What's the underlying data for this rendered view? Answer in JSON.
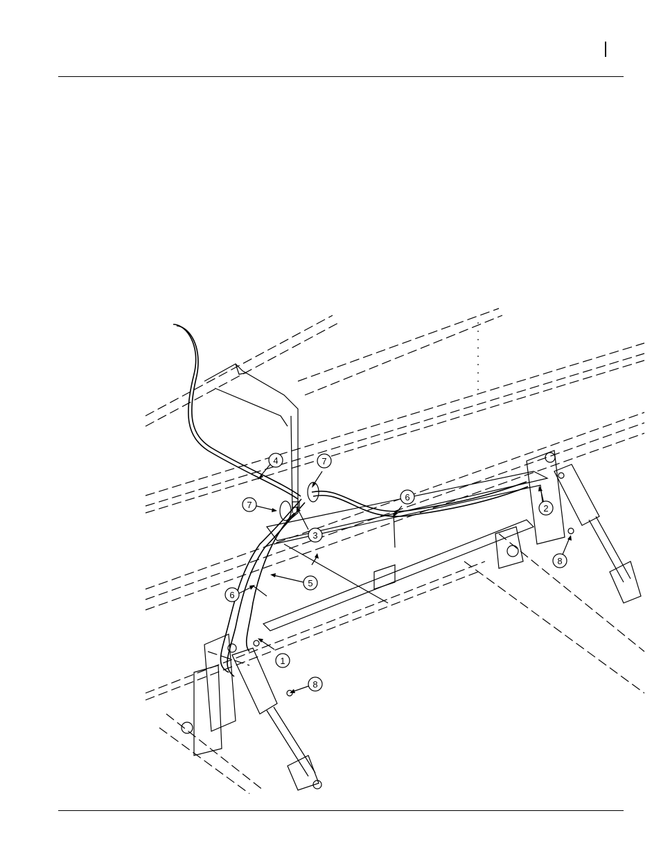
{
  "figure": {
    "callouts": [
      {
        "id": "c1",
        "label": "1"
      },
      {
        "id": "c2",
        "label": "2"
      },
      {
        "id": "c3",
        "label": "3"
      },
      {
        "id": "c4",
        "label": "4"
      },
      {
        "id": "c5",
        "label": "5"
      },
      {
        "id": "c6a",
        "label": "6"
      },
      {
        "id": "c6b",
        "label": "6"
      },
      {
        "id": "c7a",
        "label": "7"
      },
      {
        "id": "c7b",
        "label": "7"
      },
      {
        "id": "c8a",
        "label": "8"
      },
      {
        "id": "c8b",
        "label": "8"
      }
    ]
  }
}
